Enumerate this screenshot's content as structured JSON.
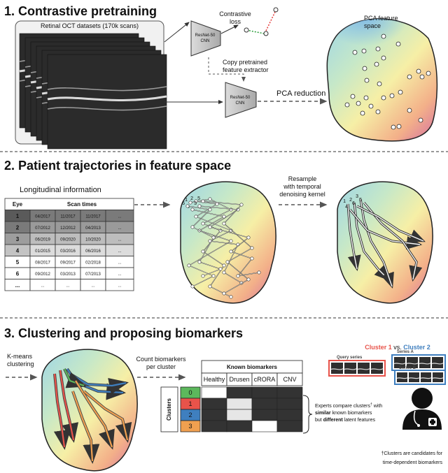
{
  "section1": {
    "title": "1. Contrastive pretraining",
    "datasets_label": "Retinal OCT datasets (170k scans)",
    "cnn_label_1": "ResNet-50",
    "cnn_label_2": "CNN",
    "contrastive_loss_1": "Contrastive",
    "contrastive_loss_2": "loss",
    "copy_label_1": "Copy pretrained",
    "copy_label_2": "feature extractor",
    "pca_reduction": "PCA reduction",
    "pca_space_1": "PCA feature",
    "pca_space_2": "space"
  },
  "section2": {
    "title": "2. Patient trajectories in feature space",
    "longitudinal_label": "Longitudinal information",
    "resample_1": "Resample",
    "resample_2": "with temporal",
    "resample_3": "denoising kernel",
    "table": {
      "col_eye": "Eye",
      "col_scan_times": "Scan times",
      "rows": [
        {
          "eye": "1",
          "times": [
            "04/2017",
            "11/2017",
            "11/2017",
            "..."
          ]
        },
        {
          "eye": "2",
          "times": [
            "07/2012",
            "12/2012",
            "04/2013",
            "..."
          ]
        },
        {
          "eye": "3",
          "times": [
            "06/2019",
            "09/2020",
            "10/2020",
            "..."
          ]
        },
        {
          "eye": "4",
          "times": [
            "01/2015",
            "03/2016",
            "06/2016",
            "..."
          ]
        },
        {
          "eye": "5",
          "times": [
            "08/2017",
            "09/2017",
            "02/2018",
            "..."
          ]
        },
        {
          "eye": "6",
          "times": [
            "09/2012",
            "03/2013",
            "07/2013",
            "..."
          ]
        },
        {
          "eye": "...",
          "times": [
            "...",
            "...",
            "...",
            "..."
          ]
        }
      ]
    },
    "traj_numbers_left": [
      "1",
      "2",
      "3",
      "4",
      "5",
      "6"
    ],
    "traj_numbers_right": [
      "1",
      "2",
      "3",
      "4",
      "5",
      "6"
    ]
  },
  "section3": {
    "title": "3. Clustering and proposing biomarkers",
    "kmeans_1": "K-means",
    "kmeans_2": "clustering",
    "count_1": "Count biomarkers",
    "count_2": "per cluster",
    "known_biomarkers": "Known biomarkers",
    "biomarker_cols": [
      "Healthy",
      "Drusen",
      "cRORA",
      "CNV"
    ],
    "clusters_label": "Clusters",
    "cluster_ids": [
      "0",
      "1",
      "2",
      "3"
    ],
    "cluster_colors": [
      "#5cb85c",
      "#e8534a",
      "#3f7fbf",
      "#f0a050"
    ],
    "experts_1": "Experts compare clusters",
    "experts_dagger": "†",
    "experts_with": " with",
    "experts_2a": "similar",
    "experts_2b": " known biomarkers",
    "experts_3a": "but ",
    "experts_3b": "different",
    "experts_3c": " latent features",
    "cluster1_label": "Cluster 1",
    "vs_label": " vs. ",
    "cluster2_label": "Cluster 2",
    "query_series": "Query series",
    "series_a": "Series A",
    "series_b": "Series B",
    "footnote_1": "†Clusters are candidates for",
    "footnote_2": "time-dependent biomarkers",
    "heatmap": [
      [
        "#ffffff",
        "#333333",
        "#333333",
        "#333333"
      ],
      [
        "#333333",
        "#e6e6e6",
        "#333333",
        "#333333"
      ],
      [
        "#333333",
        "#e6e6e6",
        "#333333",
        "#333333"
      ],
      [
        "#333333",
        "#333333",
        "#ffffff",
        "#333333"
      ]
    ]
  }
}
